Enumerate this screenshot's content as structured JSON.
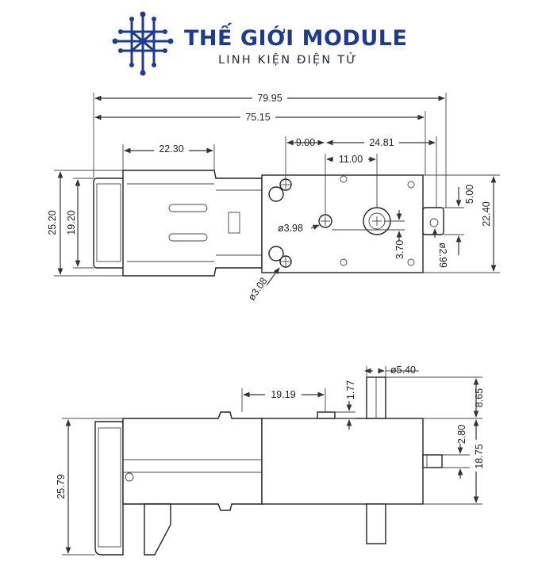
{
  "logo": {
    "title": "THẾ GIỚI MODULE",
    "subtitle": "LINH KIỆN ĐIỆN TỬ",
    "brand_color": "#1f3b8f"
  },
  "top_view": {
    "dims": {
      "total_length": "79.95",
      "body_length": "75.15",
      "motor_cap": "22.30",
      "hole_offset": "9.00",
      "shaft_offset": "24.81",
      "hole_spacing": "11.00",
      "height_outer": "25.20",
      "height_inner": "19.20",
      "tab_height": "5.00",
      "gearbox_height": "22.40",
      "hole_dia_small": "ø3.98",
      "shaft_offset_v": "3.70",
      "hole_dia_tab": "ø2.99",
      "hole_dia_mount": "ø3.08"
    }
  },
  "side_view": {
    "dims": {
      "shaft_dia": "ø5.40",
      "boss_offset": "19.19",
      "boss_height": "1.77",
      "shaft_top": "8.65",
      "height_total": "25.79",
      "tab_thickness": "2.80",
      "shaft_center": "18.75"
    }
  }
}
